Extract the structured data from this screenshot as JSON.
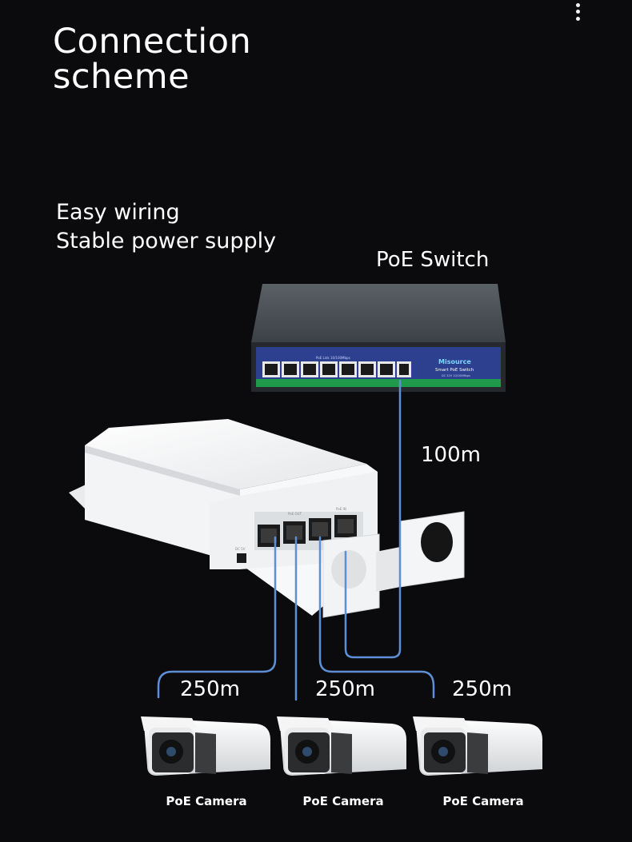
{
  "title": {
    "line1": "Connection",
    "line2": "scheme"
  },
  "features": [
    "Easy wiring",
    "Stable power supply"
  ],
  "switch": {
    "label": "PoE Switch",
    "brand": "Misource",
    "model": "Smart PoE Switch",
    "spec": "DC 52V 10/100Mbps",
    "port_header": "PoE Link 10/100Mbps"
  },
  "extender": {
    "port_group_1": "PoE OUT",
    "port_group_2": "PoE IN",
    "dc_label": "DC 5V"
  },
  "distances": {
    "switch_link": "100m",
    "camera_links": [
      "250m",
      "250m",
      "250m"
    ]
  },
  "cameras": [
    "PoE Camera",
    "PoE Camera",
    "PoE Camera"
  ],
  "colors": {
    "background": "#0b0b0d",
    "cable": "#5e8fd6",
    "switch_panel": "#2d3f8f",
    "switch_strip": "#1f9a4a"
  }
}
